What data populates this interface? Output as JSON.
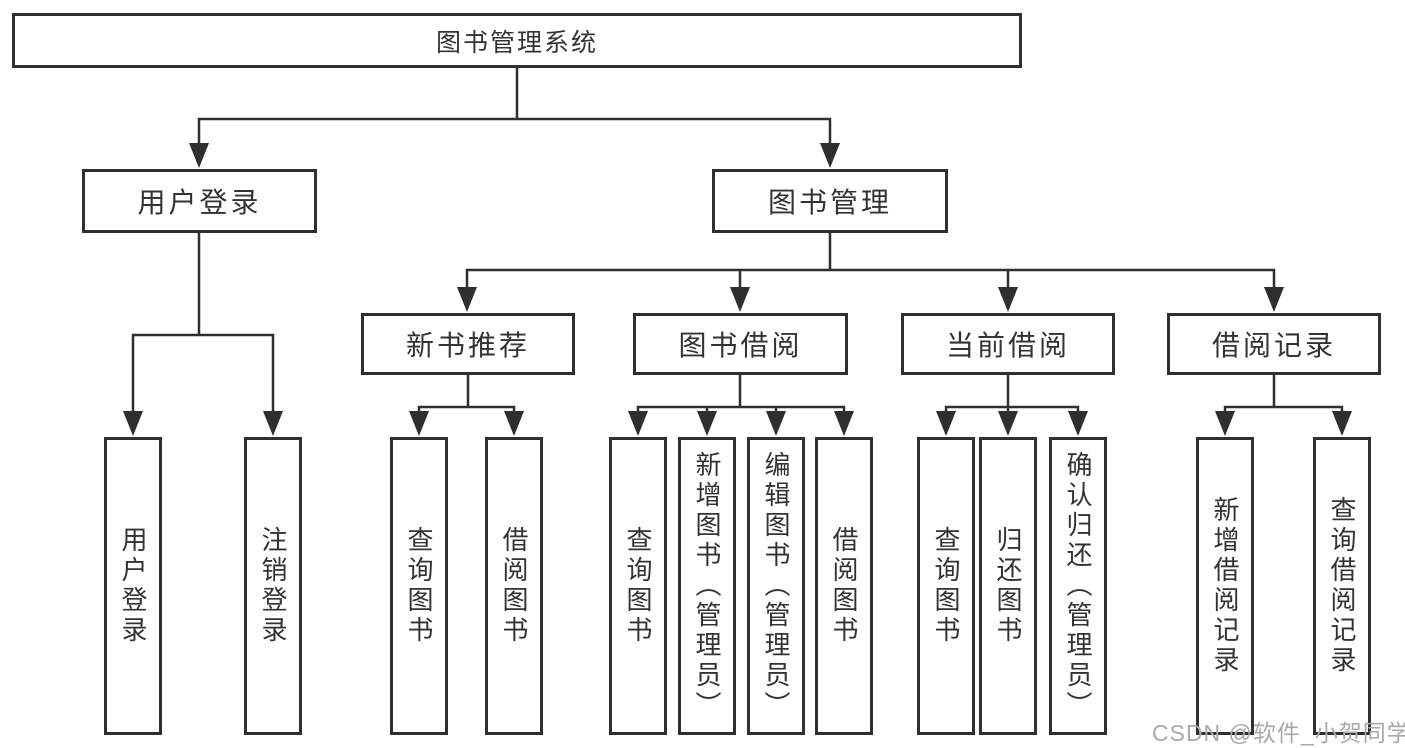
{
  "diagram": {
    "root": {
      "label": "图书管理系统"
    },
    "branches": [
      {
        "label": "用户登录",
        "children": [
          {
            "label": "用户登录"
          },
          {
            "label": "注销登录"
          }
        ]
      },
      {
        "label": "图书管理",
        "children": [
          {
            "label": "新书推荐",
            "children": [
              {
                "label": "查询图书"
              },
              {
                "label": "借阅图书"
              }
            ]
          },
          {
            "label": "图书借阅",
            "children": [
              {
                "label": "查询图书"
              },
              {
                "label": "新增图书（管理员）"
              },
              {
                "label": "编辑图书（管理员）"
              },
              {
                "label": "借阅图书"
              }
            ]
          },
          {
            "label": "当前借阅",
            "children": [
              {
                "label": "查询图书"
              },
              {
                "label": "归还图书"
              },
              {
                "label": "确认归还（管理员）"
              }
            ]
          },
          {
            "label": "借阅记录",
            "children": [
              {
                "label": "新增借阅记录"
              },
              {
                "label": "查询借阅记录"
              }
            ]
          }
        ]
      }
    ]
  },
  "watermark": {
    "text": "CSDN @软件_小贺同学"
  },
  "colors": {
    "line": "#2f2f2f",
    "text": "#333333",
    "watermark": "#a9a9a9",
    "background": "#ffffff"
  }
}
